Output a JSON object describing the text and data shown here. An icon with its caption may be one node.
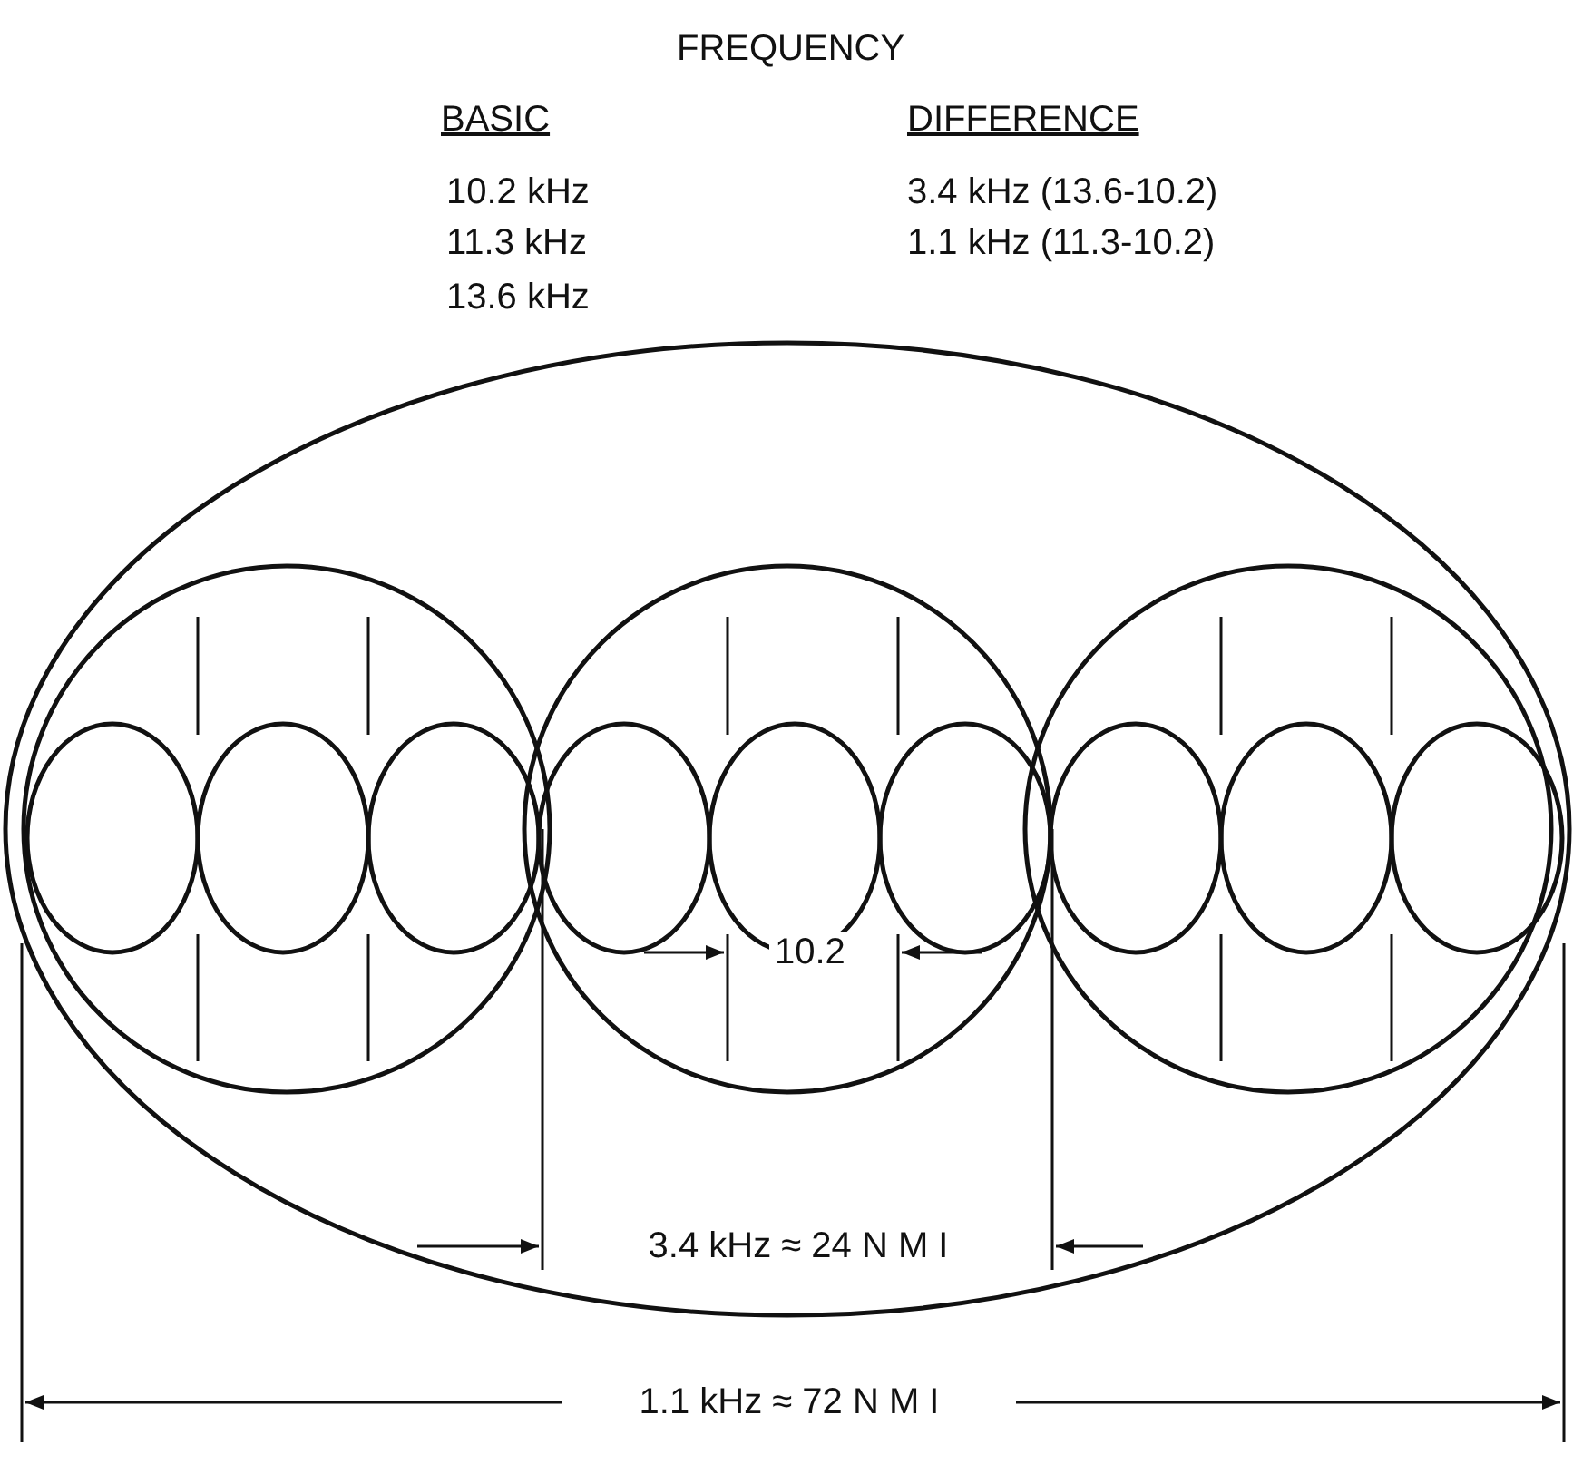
{
  "diagram": {
    "title": "FREQUENCY",
    "labels": [
      "BASIC",
      "DIFFERENCE",
      "10.2 kHz",
      "3.4 kHz (13.6-10.2)",
      "11.3 kHz",
      "1.1 kHz (11.3-10.2)",
      "13.6 kHz",
      "10.2",
      "3.4 kHz ≈ 24 N M I",
      "1.1 kHz ≈ 72 N M I"
    ]
  }
}
